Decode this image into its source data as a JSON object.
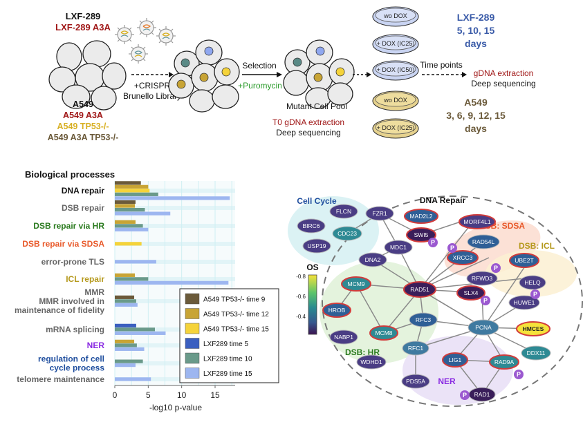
{
  "workflow": {
    "labels_top": [
      "LXF-289",
      "LXF-289 A3A"
    ],
    "labels_bottom": [
      "A549",
      "A549 A3A",
      "A549 TP53-/-",
      "A549 A3A TP53-/-"
    ],
    "crispr": [
      "+CRISPR",
      "Brunello Library"
    ],
    "selection": "Selection",
    "puromycin": "+Puromycin",
    "mutant_pool": "Mutant Cell Pool",
    "t0_extraction": "T0 gDNA extraction",
    "t0_sequencing": "Deep sequencing",
    "dishes": [
      "wo DOX",
      "+ DOX (IC25)",
      "+ DOX (IC50)",
      "wo DOX",
      "+ DOX (IC25)"
    ],
    "time_points": "Time points",
    "gdna_extraction": "gDNA extraction",
    "deep_sequencing": "Deep sequencing",
    "lxf_title": "LXF-289",
    "lxf_days": [
      "5, 10, 15",
      "days"
    ],
    "a549_title": "A549",
    "a549_days": [
      "3, 6, 9, 12, 15",
      "days"
    ]
  },
  "chart_data": {
    "type": "bar",
    "orientation": "horizontal",
    "title": "Biological processes",
    "xlabel": "-log10 p-value",
    "xlim": [
      0,
      18
    ],
    "xticks": [
      0,
      5,
      10,
      15
    ],
    "categories": [
      {
        "lines": [
          "DNA repair"
        ],
        "color": "#111111"
      },
      {
        "lines": [
          "DSB repair"
        ],
        "color": "#666666"
      },
      {
        "lines": [
          "DSB repair via HR"
        ],
        "color": "#2a7a1e"
      },
      {
        "lines": [
          "DSB repair via SDSA"
        ],
        "color": "#e8592a"
      },
      {
        "lines": [
          "error-prone TLS"
        ],
        "color": "#666666"
      },
      {
        "lines": [
          "ICL repair"
        ],
        "color": "#b5991c"
      },
      {
        "lines": [
          "MMR",
          "MMR involved in",
          "maintenance of fidelity"
        ],
        "color": "#666666"
      },
      {
        "lines": [
          "mRNA splicing"
        ],
        "color": "#666666"
      },
      {
        "lines": [
          "NER"
        ],
        "color": "#8a2be2"
      },
      {
        "lines": [
          "regulation of cell",
          "cycle process"
        ],
        "color": "#1f4e9e"
      },
      {
        "lines": [
          "telomere maintenance"
        ],
        "color": "#666666"
      }
    ],
    "series": [
      {
        "name": "A549 TP53-/- time 9",
        "color": "#6b5a3a",
        "values": [
          3.9,
          3.1,
          0,
          0,
          0,
          0,
          2.9,
          0,
          0,
          0,
          0
        ]
      },
      {
        "name": "A549 TP53-/- time 12",
        "color": "#c8a435",
        "values": [
          5.0,
          3.0,
          3.1,
          0,
          0,
          3.0,
          0,
          0,
          2.9,
          0,
          0
        ]
      },
      {
        "name": "A549 TP53-/- time 15",
        "color": "#f5d33a",
        "values": [
          5.2,
          0,
          0,
          4.0,
          0,
          0,
          0,
          0,
          0,
          0,
          0
        ]
      },
      {
        "name": "LXF289 time 5",
        "color": "#3b5fc0",
        "values": [
          0,
          0,
          0,
          0,
          0,
          0,
          0,
          3.2,
          0,
          0,
          0
        ]
      },
      {
        "name": "LXF289 time 10",
        "color": "#6a9a8a",
        "values": [
          6.5,
          4.5,
          4.2,
          0,
          0,
          5.0,
          3.2,
          6.0,
          3.3,
          4.2,
          0
        ]
      },
      {
        "name": "LXF289 time 15",
        "color": "#9db6f0",
        "values": [
          17.2,
          8.3,
          5.0,
          0,
          6.2,
          17.0,
          3.4,
          7.6,
          4.4,
          3.1,
          5.4
        ]
      }
    ]
  },
  "network": {
    "title": "DNA Repair",
    "regions": [
      "Cell Cycle",
      "DSB: SDSA",
      "DSB: ICL",
      "DSB: HR",
      "NER"
    ],
    "legend_title": "OS",
    "legend_ticks": [
      "-0.8",
      "-0.6",
      "-0.4"
    ],
    "phospho": "P",
    "nodes": [
      "FZR1",
      "FLCN",
      "BIRC6",
      "CDC23",
      "USP19",
      "MAD2L2",
      "MORF4L1",
      "SWI5",
      "MDC1",
      "DNA2",
      "RAD54L",
      "XRCC3",
      "UBE2T",
      "RAD51",
      "RFWD3",
      "HELQ",
      "MCM9",
      "SLX4",
      "HUWE1",
      "HROB",
      "RFC3",
      "PCNA",
      "HMCES",
      "MCM8",
      "NABP1",
      "RFC1",
      "DDX11",
      "LIG1",
      "RAD9A",
      "WDHD1",
      "PDS5A",
      "RAD1"
    ]
  }
}
